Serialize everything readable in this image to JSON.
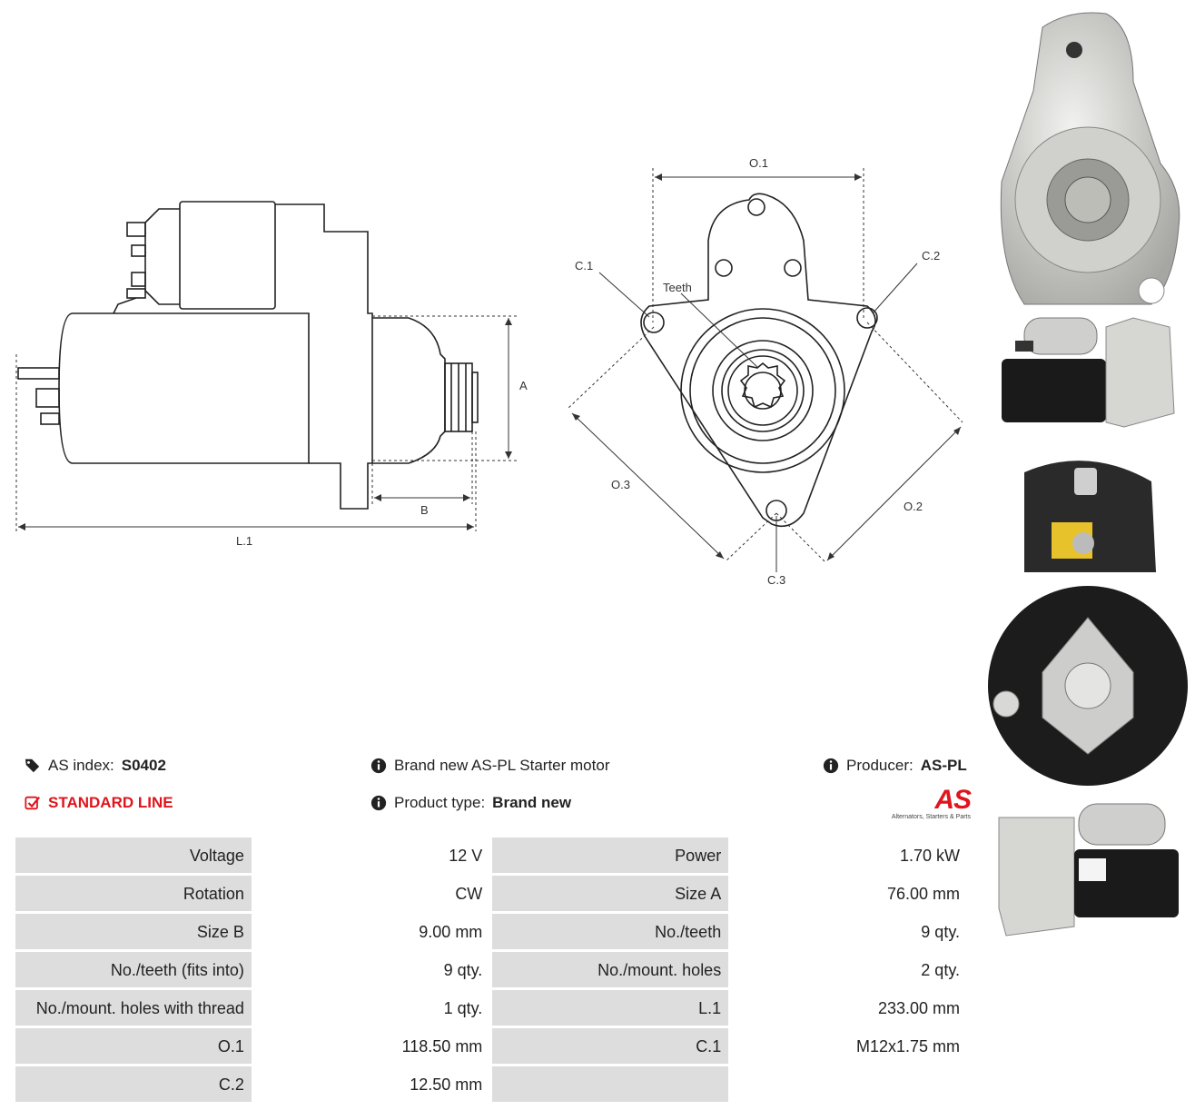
{
  "drawing": {
    "labels": {
      "a": "A",
      "b": "B",
      "l1": "L.1",
      "o1": "O.1",
      "o2": "O.2",
      "o3": "O.3",
      "c1": "C.1",
      "c2": "C.2",
      "c3": "C.3",
      "teeth": "Teeth"
    }
  },
  "info": {
    "as_index_label": "AS index:",
    "as_index_value": "S0402",
    "line": "STANDARD LINE",
    "description": "Brand new AS-PL Starter motor",
    "product_type_label": "Product type:",
    "product_type_value": "Brand new",
    "producer_label": "Producer:",
    "producer_value": "AS-PL"
  },
  "logo": {
    "text": "AS",
    "tagline": "Alternators, Starters & Parts",
    "color": "#e0141c"
  },
  "specs": [
    {
      "l1": "Voltage",
      "v1": "12 V",
      "l2": "Power",
      "v2": "1.70 kW"
    },
    {
      "l1": "Rotation",
      "v1": "CW",
      "l2": "Size A",
      "v2": "76.00 mm"
    },
    {
      "l1": "Size B",
      "v1": "9.00 mm",
      "l2": "No./teeth",
      "v2": "9 qty."
    },
    {
      "l1": "No./teeth (fits into)",
      "v1": "9 qty.",
      "l2": "No./mount. holes",
      "v2": "2 qty."
    },
    {
      "l1": "No./mount. holes with thread",
      "v1": "1 qty.",
      "l2": "L.1",
      "v2": "233.00 mm"
    },
    {
      "l1": "O.1",
      "v1": "118.50 mm",
      "l2": "C.1",
      "v2": "M12x1.75 mm"
    },
    {
      "l1": "C.2",
      "v1": "12.50 mm",
      "l2": "",
      "v2": ""
    }
  ],
  "photos": [
    "front-view-photo",
    "side-view-photo",
    "rear-view-photo",
    "top-view-photo"
  ]
}
